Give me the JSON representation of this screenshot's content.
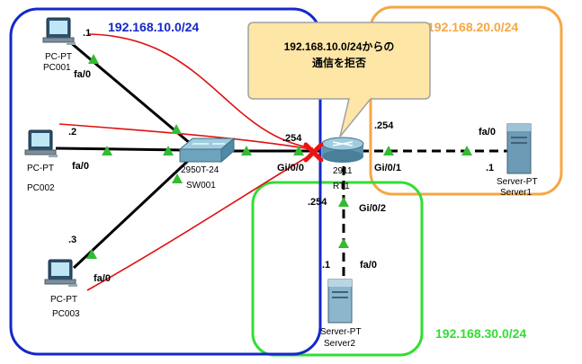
{
  "networks": [
    {
      "id": "n10",
      "label": "192.168.10.0/24",
      "color": "#1428c8"
    },
    {
      "id": "n20",
      "label": "192.168.20.0/24",
      "color": "#f5a742"
    },
    {
      "id": "n30",
      "label": "192.168.30.0/24",
      "color": "#33dd33"
    }
  ],
  "callout": {
    "line1": "192.168.10.0/24からの",
    "line2": "通信を拒否",
    "fill": "#fde6a6",
    "stroke": "#a0a0a0"
  },
  "devices": {
    "pc001": {
      "type": "PC-PT",
      "name": "PC001"
    },
    "pc002": {
      "type": "PC-PT",
      "name": "PC002"
    },
    "pc003": {
      "type": "PC-PT",
      "name": "PC003"
    },
    "sw001": {
      "type": "2950T-24",
      "name": "SW001"
    },
    "rt1": {
      "type": "2911",
      "name": "RT1"
    },
    "server1": {
      "type": "Server-PT",
      "name": "Server1"
    },
    "server2": {
      "type": "Server-PT",
      "name": "Server2"
    }
  },
  "interfaces": {
    "pc001_if": "fa/0",
    "pc002_if": "fa/0",
    "pc003_if": "fa/0",
    "rt_gi00": "Gi/0/0",
    "rt_gi01": "Gi/0/1",
    "rt_gi02": "Gi/0/2",
    "server1_if": "fa/0",
    "server2_if": "fa/0"
  },
  "addresses": {
    "pc001": ".1",
    "pc002": ".2",
    "pc003": ".3",
    "rt_n10": ".254",
    "rt_n20": ".254",
    "rt_n30": ".254",
    "server1": ".1",
    "server2": ".1"
  },
  "colors": {
    "link": "#000000",
    "traffic": "#e01010",
    "port": "#33bb33",
    "deny": "#ee1111"
  }
}
